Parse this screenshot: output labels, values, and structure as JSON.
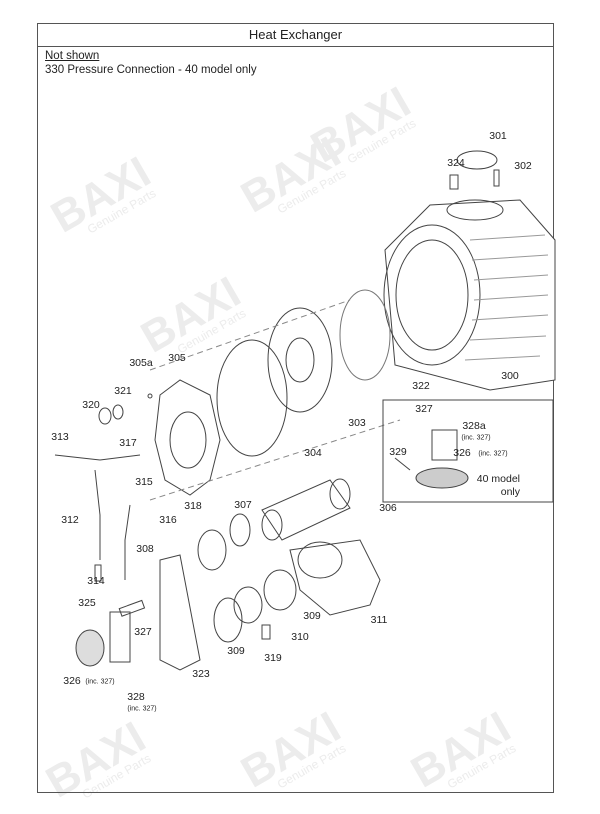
{
  "title": "Heat Exchanger",
  "not_shown_heading": "Not shown",
  "not_shown_note": "330 Pressure Connection - 40 model only",
  "watermark": {
    "brand": "BAXI",
    "tagline": "Genuine Parts"
  },
  "labels": [
    "301",
    "324",
    "302",
    "300",
    "322",
    "303",
    "304",
    "305a",
    "305",
    "321",
    "320",
    "313",
    "317",
    "315",
    "318",
    "316",
    "312",
    "307",
    "306",
    "308",
    "314",
    "325",
    "327",
    "309",
    "310",
    "311",
    "309",
    "319",
    "326",
    "328",
    "323"
  ],
  "sub_labels": {
    "s326": "(inc. 327)",
    "s328": "(inc. 327)"
  },
  "inset": {
    "labels": [
      "327",
      "328a",
      "329",
      "326"
    ],
    "sub328a": "(inc. 327)",
    "sub326": "(inc. 327)",
    "note1": "40 model",
    "note2": "only"
  }
}
